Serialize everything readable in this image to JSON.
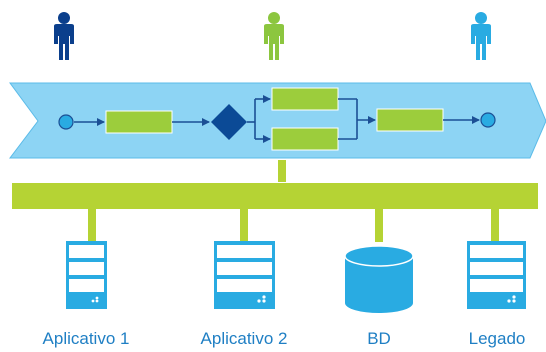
{
  "diagram": {
    "actors": [
      {
        "name": "actor-left",
        "color": "#0b3f8c"
      },
      {
        "name": "actor-center",
        "color": "#8cc63f"
      },
      {
        "name": "actor-right",
        "color": "#29abe2"
      }
    ],
    "systems": [
      {
        "label": "Aplicativo 1",
        "kind": "server"
      },
      {
        "label": "Aplicativo 2",
        "kind": "server"
      },
      {
        "label": "BD",
        "kind": "database"
      },
      {
        "label": "Legado",
        "kind": "server"
      }
    ],
    "colors": {
      "process_band": "#8dd4f4",
      "process_band_edge": "#5bbbe8",
      "task": "#9ccd3c",
      "gateway": "#0b4a96",
      "arrow": "#1b4f95",
      "event": "#29abe2",
      "bus": "#b5d334",
      "system": "#29abe2",
      "label": "#1f7fc4"
    }
  }
}
